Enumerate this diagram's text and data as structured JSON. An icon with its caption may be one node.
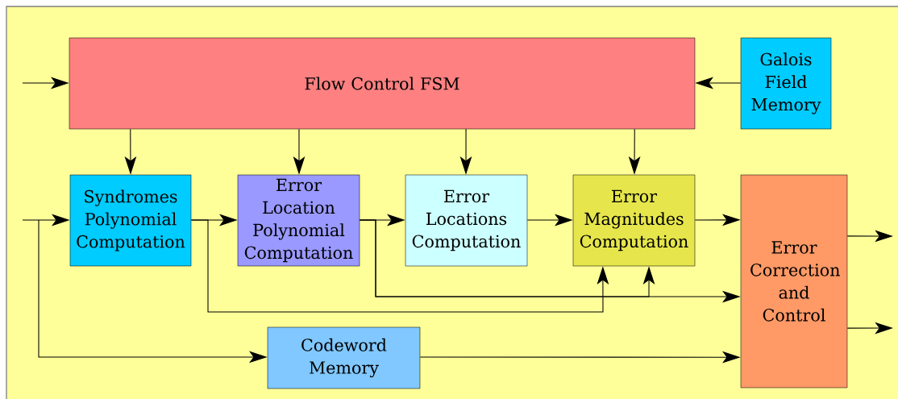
{
  "diagram": {
    "nodes": [
      {
        "text": [
          "Flow Control FSM"
        ]
      },
      {
        "text": [
          "Galois Field Memory"
        ]
      },
      {
        "text": [
          "Syndromes Polynomial Computation"
        ]
      },
      {
        "text": [
          "Error Location Polynomial Computation"
        ]
      },
      {
        "text": [
          "Error Locations Computation"
        ]
      },
      {
        "text": [
          "Error Magnitudes Computation"
        ]
      },
      {
        "text": [
          "Error Correction and Control"
        ]
      },
      {
        "text": [
          "Codeword Memory"
        ]
      }
    ],
    "edges": [
      {
        "from": null,
        "to": 0,
        "arrow": "to"
      },
      {
        "from": 1,
        "to": 0,
        "arrow": "to"
      },
      {
        "from": 0,
        "to": 2,
        "arrow": "to"
      },
      {
        "from": 0,
        "to": 3,
        "arrow": "to"
      },
      {
        "from": 0,
        "to": 4,
        "arrow": "to"
      },
      {
        "from": 0,
        "to": 5,
        "arrow": "to"
      },
      {
        "from": null,
        "to": 2,
        "arrow": "to"
      },
      {
        "from": null,
        "to": 7,
        "arrow": "to"
      },
      {
        "from": 2,
        "to": 3,
        "arrow": "to"
      },
      {
        "from": 2,
        "to": 5,
        "arrow": "to"
      },
      {
        "from": 3,
        "to": 4,
        "arrow": "to"
      },
      {
        "from": 3,
        "to": 6,
        "arrow": "to"
      },
      {
        "from": 3,
        "to": 5,
        "arrow": "to"
      },
      {
        "from": 4,
        "to": 5,
        "arrow": "to"
      },
      {
        "from": 5,
        "to": 6,
        "arrow": "to"
      },
      {
        "from": 7,
        "to": 6,
        "arrow": "to"
      },
      {
        "from": 6,
        "to": null,
        "arrow": "to"
      },
      {
        "from": 6,
        "to": null,
        "arrow": "to"
      }
    ]
  }
}
